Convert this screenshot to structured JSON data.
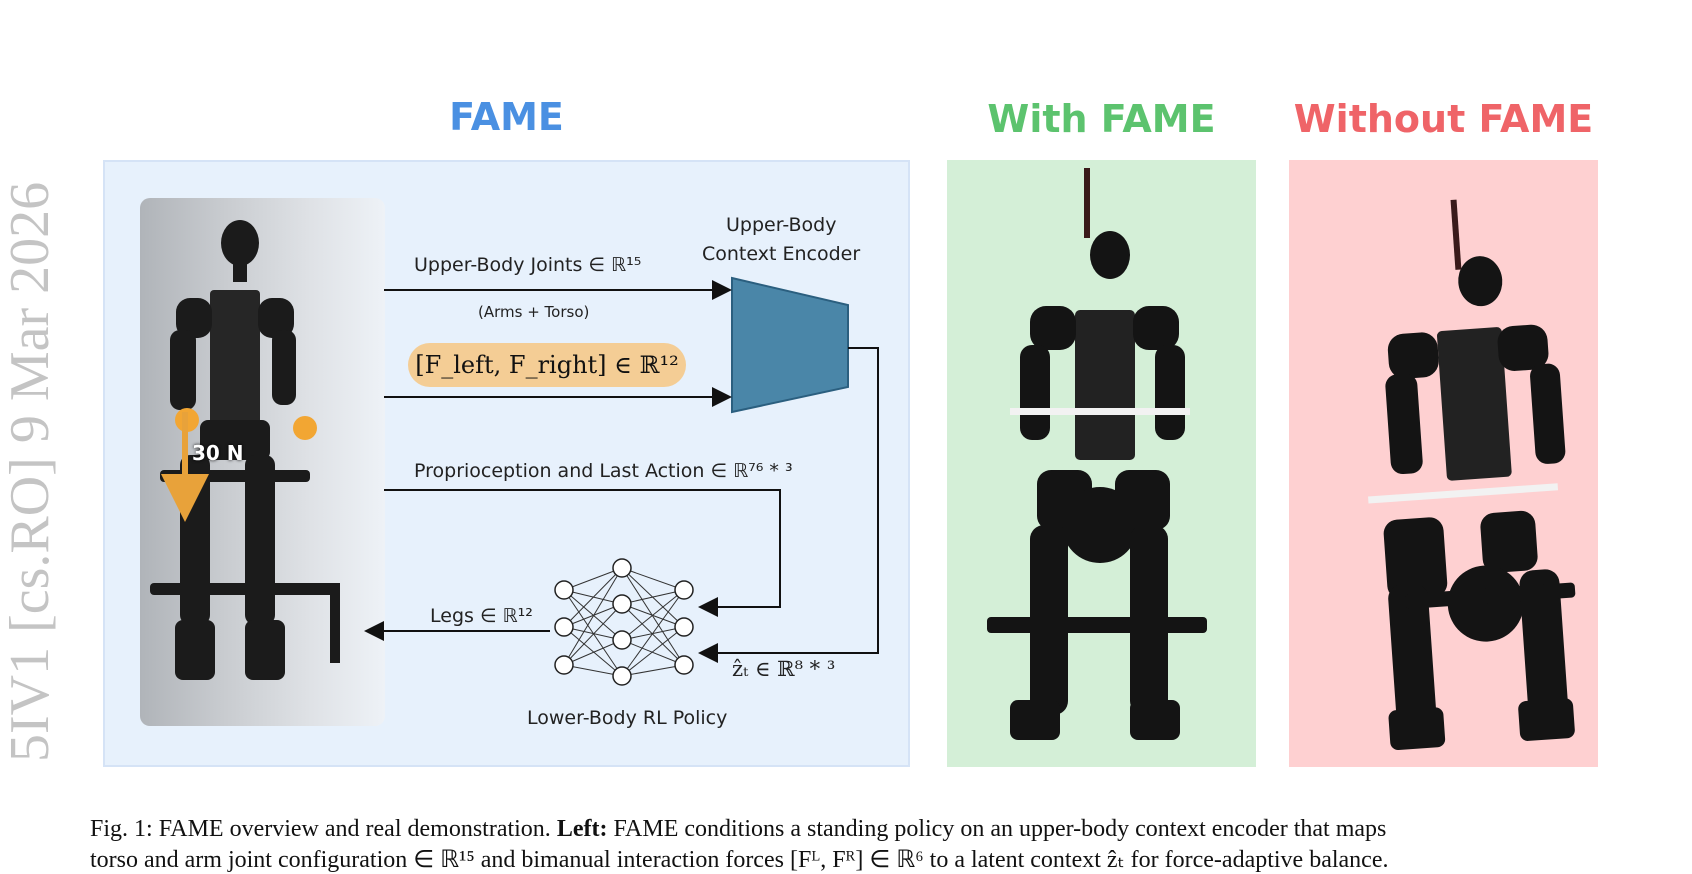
{
  "arxiv_stamp": "5IV1  [cs.RO]  9 Mar 2026",
  "panels": {
    "fame_title": "FAME",
    "with_title": "With FAME",
    "without_title": "Without FAME"
  },
  "diagram": {
    "encoder_label_line1": "Upper-Body",
    "encoder_label_line2": "Context Encoder",
    "upper_body_joints": "Upper-Body Joints ∈ ℝ¹⁵",
    "arms_torso": "(Arms + Torso)",
    "forces": "[F_left, F_right] ∈ ℝ¹²",
    "proprioception": "Proprioception and Last Action ∈ ℝ⁷⁶ * ³",
    "legs": "Legs ∈ ℝ¹²",
    "latent": "ẑₜ ∈ ℝ⁸ * ³",
    "policy_label": "Lower-Body RL Policy",
    "force_value": "30 N"
  },
  "caption": {
    "fig_label": "Fig. 1:",
    "line1_a": " FAME overview and real demonstration. ",
    "line1_bold": "Left:",
    "line1_b": " FAME conditions a standing policy on an upper-body context encoder that maps",
    "line2": "torso and arm joint configuration ∈ ℝ¹⁵ and bimanual interaction forces [Fᴸ, Fᴿ] ∈ ℝ⁶ to a latent context ẑₜ for force-adaptive balance."
  },
  "colors": {
    "fame_blue": "#4a90e2",
    "with_green": "#5cc36e",
    "without_red": "#ef6468",
    "encoder_fill": "#4a86a8",
    "force_arrow": "#e8a23a"
  }
}
